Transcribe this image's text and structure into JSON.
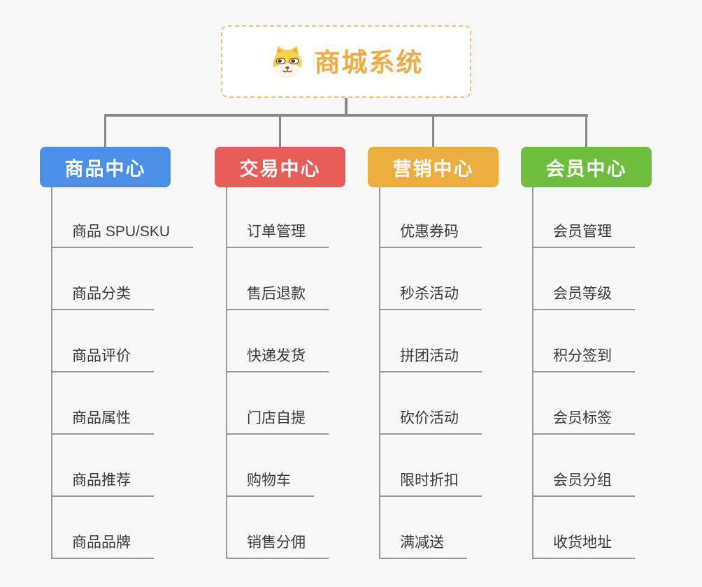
{
  "root": {
    "label": "商城系统",
    "icon": "dog-face-icon",
    "accent_color": "#F0AD45",
    "border_color": "#F4C178"
  },
  "connector_color": "#8A8A8A",
  "child_line_color": "#999999",
  "branches": [
    {
      "label": "商品中心",
      "color": "#4A90E8",
      "children": [
        "商品 SPU/SKU",
        "商品分类",
        "商品评价",
        "商品属性",
        "商品推荐",
        "商品品牌"
      ]
    },
    {
      "label": "交易中心",
      "color": "#E85D58",
      "children": [
        "订单管理",
        "售后退款",
        "快递发货",
        "门店自提",
        "购物车",
        "销售分佣"
      ]
    },
    {
      "label": "营销中心",
      "color": "#ECAF3F",
      "children": [
        "优惠券码",
        "秒杀活动",
        "拼团活动",
        "砍价活动",
        "限时折扣",
        "满减送"
      ]
    },
    {
      "label": "会员中心",
      "color": "#6FBE3D",
      "children": [
        "会员管理",
        "会员等级",
        "积分签到",
        "会员标签",
        "会员分组",
        "收货地址"
      ]
    }
  ]
}
